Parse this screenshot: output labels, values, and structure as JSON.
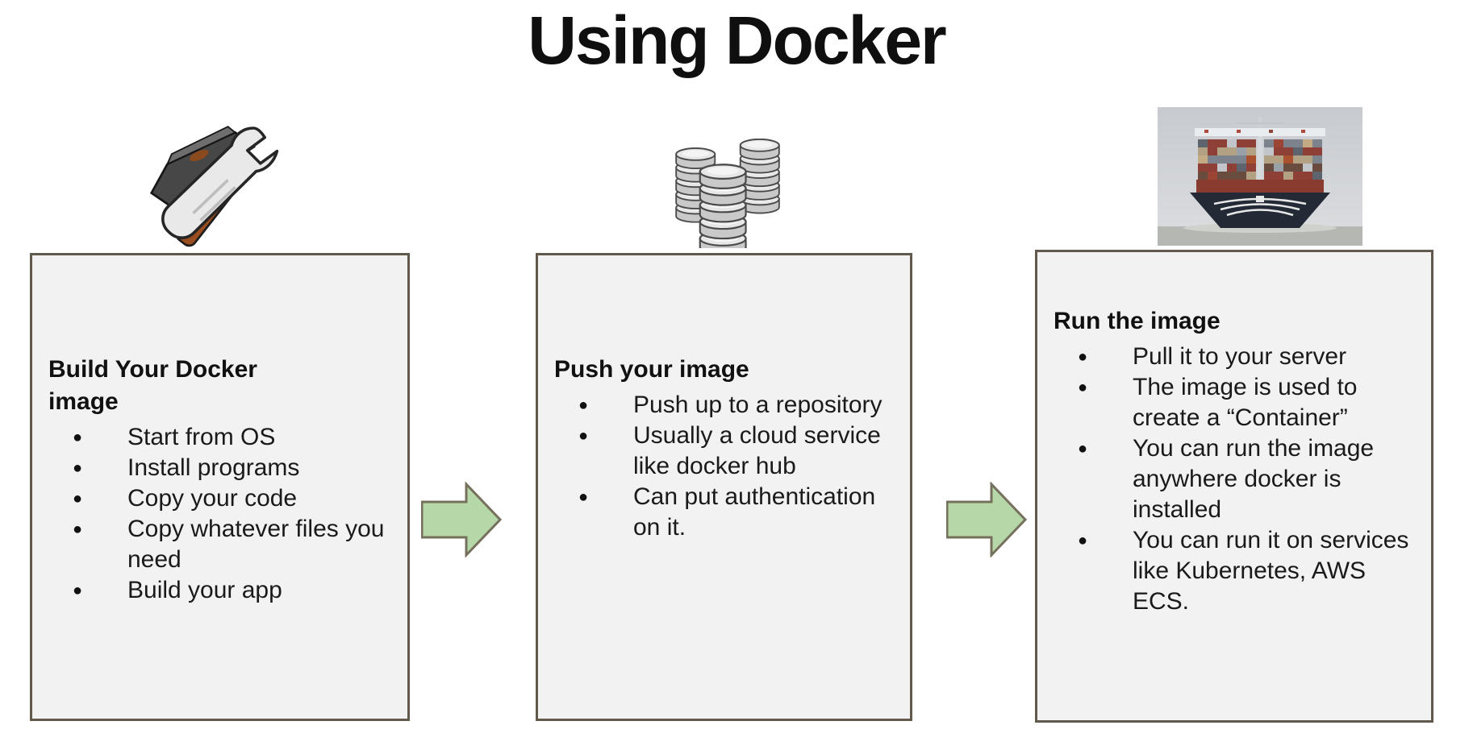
{
  "title": "Using Docker",
  "colors": {
    "box_fill": "#f2f2f2",
    "box_border": "#60594c",
    "arrow_fill": "#b6d7a8",
    "arrow_border": "#75715c",
    "title_color": "#0f0f0f",
    "text_color": "#1a1a1a"
  },
  "panels": [
    {
      "icon": "tools-icon",
      "heading": "Build Your Docker image",
      "bullets": [
        "Start from OS",
        "Install programs",
        "Copy your code",
        "Copy whatever files you need",
        "Build your app"
      ]
    },
    {
      "icon": "database-stack-icon",
      "heading": "Push your image",
      "bullets": [
        "Push up to a repository",
        "Usually a cloud service like docker hub",
        "Can put authentication on it."
      ]
    },
    {
      "icon": "container-ship-image",
      "heading": "Run the image",
      "bullets": [
        "Pull it to your server",
        "The image is used to create a “Container”",
        "You can run the image anywhere docker is installed",
        "You can run it on services like Kubernetes, AWS ECS."
      ]
    }
  ]
}
